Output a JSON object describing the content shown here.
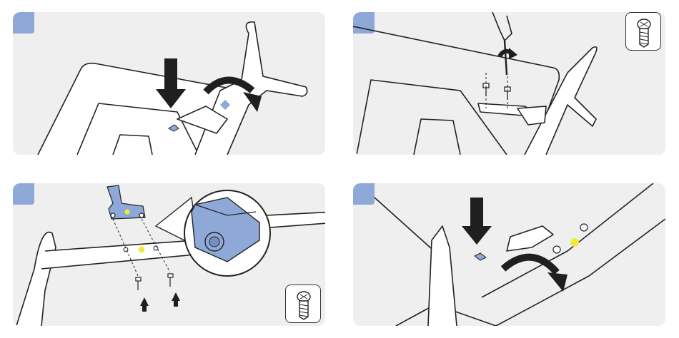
{
  "colors": {
    "step_badge": "#8ea8d7",
    "panel_bg": "#efefef",
    "stroke": "#222222",
    "bracket": "#8ea8d7",
    "marker": "#f2ea3a",
    "arrow": "#1f1f1f"
  },
  "icons": {
    "screw": "screw-icon",
    "push_arrow": "arrow-down-icon",
    "rotate_arrow": "curved-arrow-icon",
    "screwdriver": "screwdriver-icon"
  },
  "steps": [
    {
      "id": 1,
      "content": "attach-stand-leg"
    },
    {
      "id": 2,
      "content": "fasten-screws"
    },
    {
      "id": 3,
      "content": "bracket-assembly"
    },
    {
      "id": 4,
      "content": "insert-and-rotate"
    }
  ]
}
